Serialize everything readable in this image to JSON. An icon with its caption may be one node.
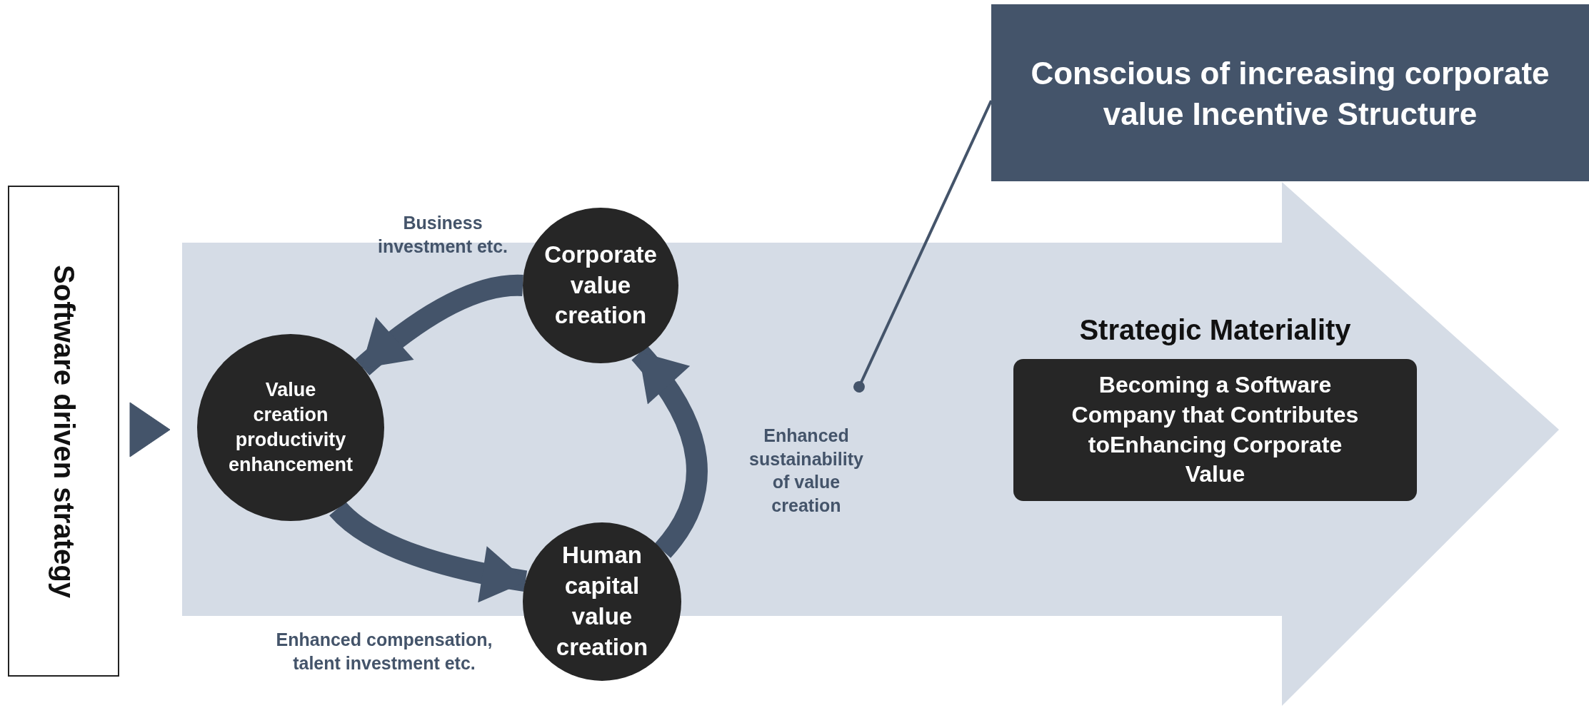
{
  "diagram": {
    "nodes": [
      {
        "text": [
          "Software driven strategy"
        ]
      },
      {
        "text": [
          "Conscious of increasing corporate value Incentive Structure"
        ]
      },
      {
        "text": [
          "Corporate value creation"
        ]
      },
      {
        "text": [
          "Value creation productivity enhancement"
        ]
      },
      {
        "text": [
          "Human capital value creation"
        ]
      },
      {
        "text": [
          "Strategic Materiality",
          "Becoming a Software Company that Contributes toEnhancing Corporate Value"
        ]
      }
    ],
    "edges": [
      {
        "from": 2,
        "to": 3,
        "arrow": "to",
        "label": "Business investment etc."
      },
      {
        "from": 3,
        "to": 4,
        "arrow": "to",
        "label": "Enhanced compensation, talent investment etc."
      },
      {
        "from": 4,
        "to": 2,
        "arrow": "to",
        "label": "Enhanced sustainability of value creation"
      },
      {
        "from": 1,
        "to": null,
        "arrow": "other"
      },
      {
        "from": 0,
        "to": 3,
        "arrow": "to"
      }
    ]
  }
}
